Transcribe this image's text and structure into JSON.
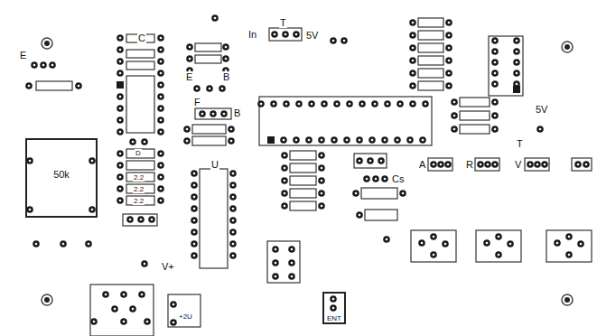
{
  "diagram": {
    "nodes": [
      {
        "text": [
          "50k"
        ]
      },
      {
        "text": [
          "ENT"
        ]
      }
    ],
    "labels": [
      "C",
      "E",
      "E",
      "B",
      "F",
      "B",
      "In",
      "T",
      "5V",
      "5V",
      "T",
      "A",
      "R",
      "V",
      "D",
      "2.2",
      "2.2",
      "2.2",
      "U",
      "Cs",
      "V+",
      "+2U"
    ]
  }
}
